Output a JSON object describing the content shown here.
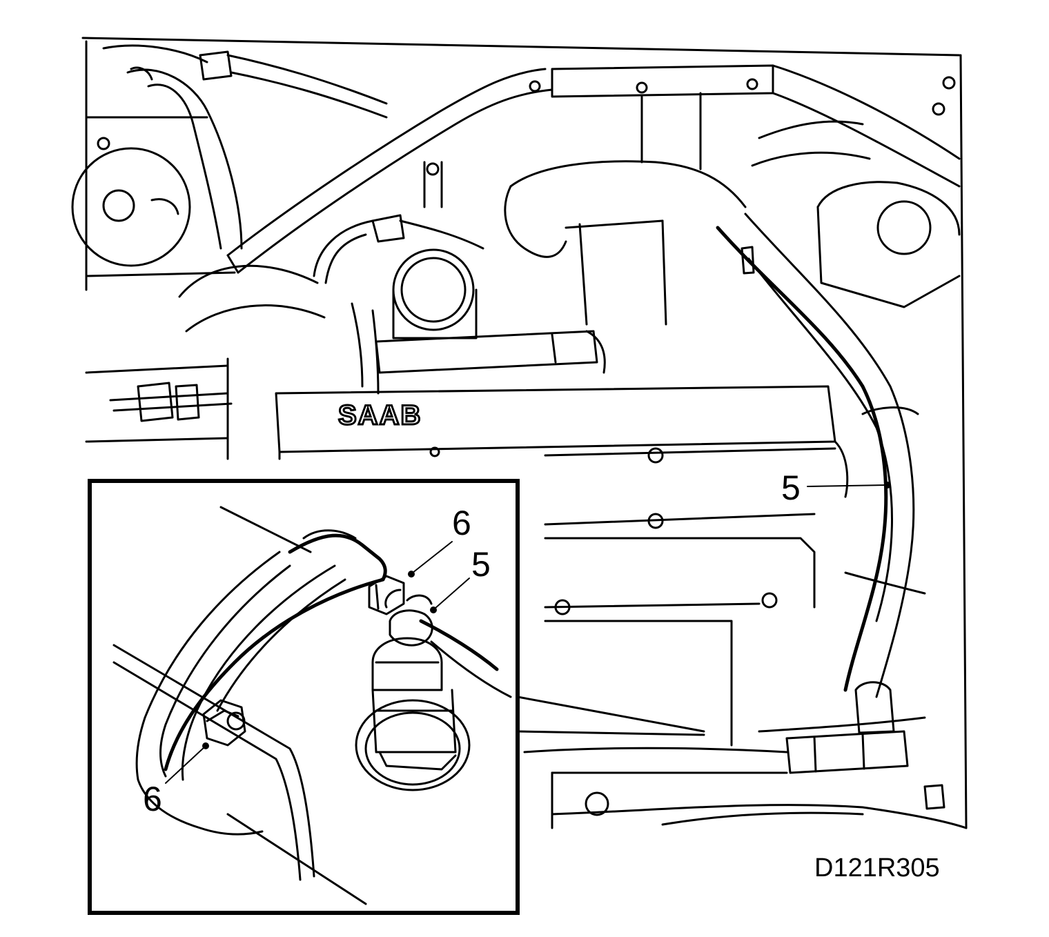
{
  "figure": {
    "drawing_code": "D121R305",
    "logo_text": "SAAB",
    "callouts": {
      "main_5": "5",
      "inset_6_top": "6",
      "inset_5": "5",
      "inset_6_bottom": "6"
    }
  }
}
